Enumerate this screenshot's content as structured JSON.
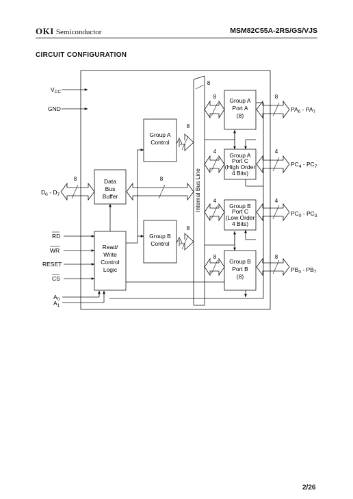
{
  "header": {
    "logo": "OKI",
    "company": "Semiconductor",
    "part_number": "MSM82C55A-2RS/GS/VJS"
  },
  "section_title": "CIRCUIT  CONFIGURATION",
  "page_number": "2/26",
  "diagram": {
    "pins_left": {
      "vcc": "V",
      "vcc_sub": "CC",
      "gnd": "GND",
      "data_d": "D",
      "data_0": "0",
      "data_dash": " - D",
      "data_7": "7",
      "rd": "RD",
      "wr": "WR",
      "reset": "RESET",
      "cs": "CS",
      "a0": "A",
      "a0_sub": "0",
      "a1": "A",
      "a1_sub": "1"
    },
    "blocks": {
      "data_bus_buffer": [
        "Data",
        "Bus",
        "Buffer"
      ],
      "rw_control": [
        "Read/",
        "Write",
        "Control",
        "Logic"
      ],
      "group_a_control": [
        "Group A",
        "Control"
      ],
      "group_b_control": [
        "Group B",
        "Control"
      ],
      "group_a_port_a": [
        "Group A",
        "Port A",
        "(8)"
      ],
      "group_a_port_c": [
        "Group A",
        "Port C",
        "(High Order",
        "4 Bits)"
      ],
      "group_b_port_c": [
        "Group B",
        "Port C",
        "(Low Order",
        "4 Bits)"
      ],
      "group_b_port_b": [
        "Group B",
        "Port B",
        "(8)"
      ]
    },
    "internal_bus_label": "Internal Bus Line",
    "bus_widths": {
      "internal_top": "8",
      "data_in": "8",
      "data_internal": "8",
      "group_a_ctrl": "8",
      "group_b_ctrl": "8",
      "port_a_in": "8",
      "port_a_out": "8",
      "port_c_high_in": "4",
      "port_c_high_out": "4",
      "port_c_low_in": "4",
      "port_c_low_out": "4",
      "port_b_in": "8",
      "port_b_out": "8"
    },
    "ports_right": {
      "pa": "PA",
      "pa_0": "0",
      "pa_dash": " - PA",
      "pa_7": "7",
      "pc_high": "PC",
      "pch_4": "4",
      "pch_dash": " - PC",
      "pch_7": "7",
      "pc_low": "PC",
      "pcl_0": "0",
      "pcl_dash": " - PC",
      "pcl_3": "3",
      "pb": "PB",
      "pb_0": "0",
      "pb_dash": " - PB",
      "pb_7": "7"
    }
  }
}
